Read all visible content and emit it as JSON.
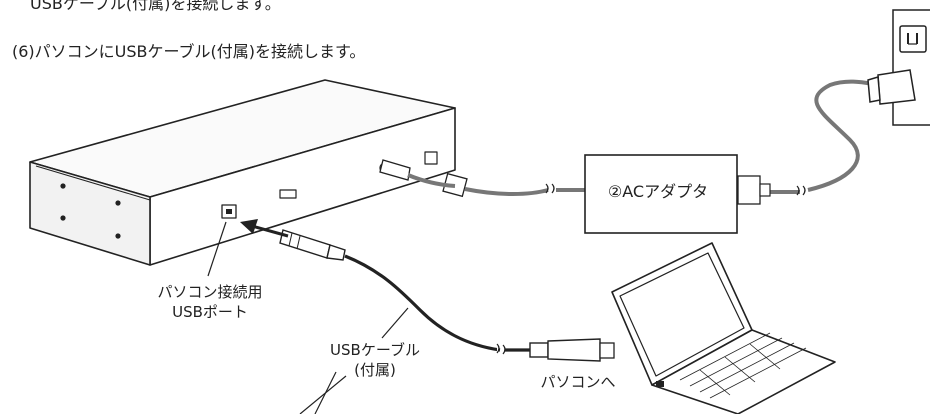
{
  "instructions": {
    "previous_step_partial": "USBケーブル(付属)を接続します。",
    "step": "(6)パソコンにUSBケーブル(付属)を接続します。"
  },
  "callouts": {
    "usb_port_line1": "パソコン接続用",
    "usb_port_line2": "USBポート",
    "cable_line1": "USBケーブル",
    "cable_line2": "(付属)",
    "to_pc": "パソコンへ",
    "ac_adapter": "②ACアダプタ"
  },
  "colors": {
    "line": "#222222",
    "cable_gray": "#777777",
    "arrow": "#222222"
  }
}
